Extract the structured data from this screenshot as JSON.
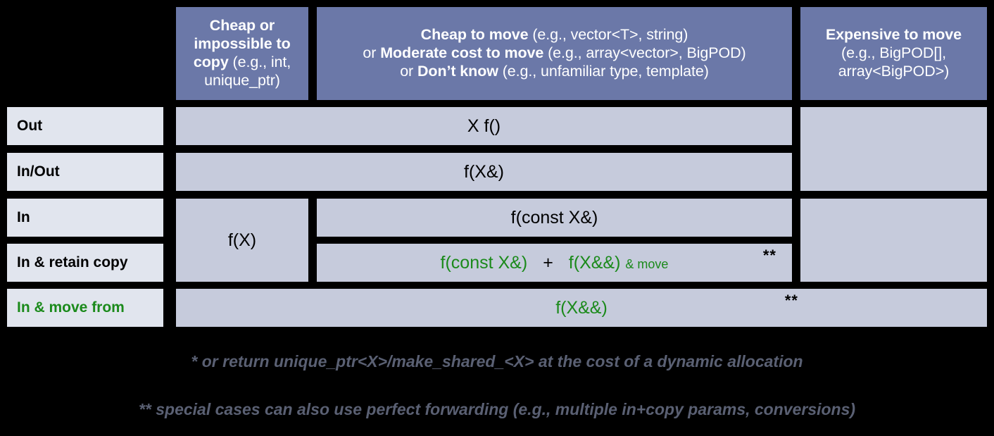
{
  "table": {
    "corner_label": "",
    "columns": [
      {
        "id": "col-cheap-copy",
        "lines": [
          {
            "bold": "Cheap or impossible to copy",
            "rest": " (e.g., int, unique_ptr)"
          }
        ],
        "text": "Cheap or impossible to copy (e.g., int, unique_ptr)"
      },
      {
        "id": "col-cheap-move",
        "lines": [
          {
            "bold": "Cheap to move",
            "rest": " (e.g., vector<T>, string)"
          },
          {
            "prefix": "or ",
            "bold": "Moderate cost to move",
            "rest": " (e.g., array<vector>, BigPOD)"
          },
          {
            "prefix": "or ",
            "bold": "Don’t know",
            "rest": " (e.g., unfamiliar type, template)"
          }
        ],
        "text": "Cheap to move (e.g., vector<T>, string) or Moderate cost to move (e.g., array<vector>, BigPOD) or Don’t know (e.g., unfamiliar type, template)"
      },
      {
        "id": "col-expensive-move",
        "lines": [
          {
            "bold": "Expensive to move",
            "rest": ""
          },
          {
            "prefix": "",
            "bold": "",
            "rest": "(e.g., BigPOD[],"
          },
          {
            "prefix": "",
            "bold": "",
            "rest": "array<BigPOD>)"
          }
        ],
        "text": "Expensive to move (e.g., BigPOD[], array<BigPOD>)"
      }
    ],
    "header_text": {
      "c1_bold": "Cheap or impossible to copy",
      "c1_rest": " (e.g., int, unique_ptr)",
      "c2_l1_bold": "Cheap to move",
      "c2_l1_rest": " (e.g., vector<T>, string)",
      "c2_l2_pre": "or ",
      "c2_l2_bold": "Moderate cost to move",
      "c2_l2_rest": " (e.g., array<vector>, BigPOD)",
      "c2_l3_pre": "or ",
      "c2_l3_bold": "Don’t know",
      "c2_l3_rest": " (e.g., unfamiliar type, template)",
      "c3_bold": "Expensive to move",
      "c3_l2": "(e.g., BigPOD[],",
      "c3_l3": "array<BigPOD>)"
    },
    "rows": [
      {
        "id": "row-out",
        "label": "Out",
        "label_color": "#000000"
      },
      {
        "id": "row-inout",
        "label": "In/Out",
        "label_color": "#000000"
      },
      {
        "id": "row-in",
        "label": "In",
        "label_color": "#000000"
      },
      {
        "id": "row-in-retain",
        "label": "In & retain copy",
        "label_color": "#000000"
      },
      {
        "id": "row-in-move",
        "label": "In & move from",
        "label_color": "#1B8A1B"
      }
    ],
    "cells": {
      "out_span": "X f()",
      "inout_span": "f(X&)",
      "in_col1": "f(X)",
      "in_const_ref": "f(const X&)",
      "retain_const_ref": "f(const X&)",
      "retain_plus": "+",
      "retain_rvalue": "f(X&&)",
      "retain_and_move": "& move",
      "retain_stars": "**",
      "move_from": "f(X&&)",
      "move_from_stars": "**"
    }
  },
  "footnotes": [
    {
      "id": "footnote-single-star",
      "text": "* or return unique_ptr<X>/make_shared_<X> at the cost of a dynamic allocation"
    },
    {
      "id": "footnote-double-star",
      "text": "** special cases can also use perfect forwarding (e.g., multiple in+copy params, conversions)"
    }
  ],
  "colors": {
    "header_blue": "#6B78A8",
    "cell_fill": "#C6CBDC",
    "row_label_fill": "#E1E5EE",
    "accent_green": "#1B8A1B",
    "background": "#000000",
    "footnote_gray": "#5A6073"
  }
}
